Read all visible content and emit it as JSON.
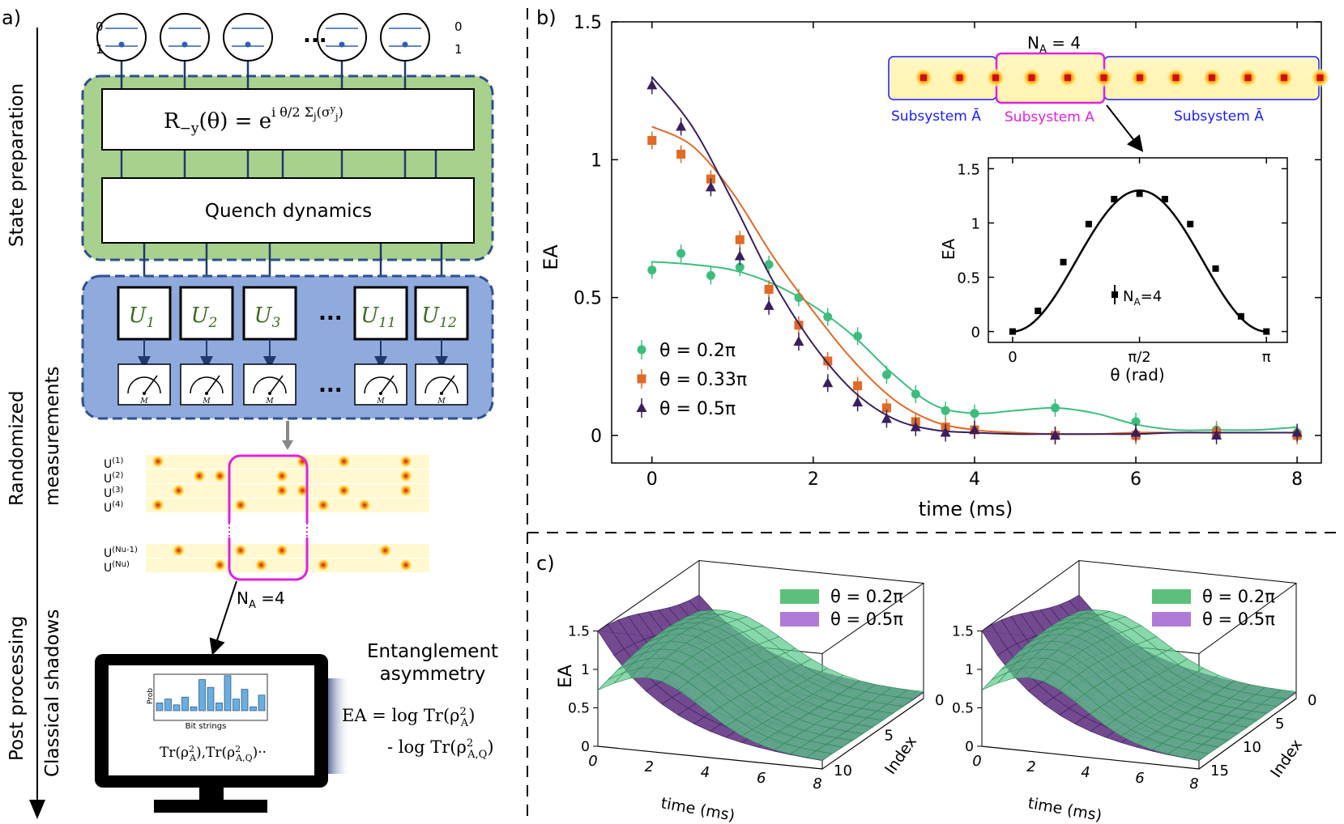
{
  "panel_labels": {
    "a": "a)",
    "b": "b)",
    "c": "c)"
  },
  "panel_a": {
    "stage_labels": [
      "State preparation",
      "Randomized",
      "measurements",
      "Post processing",
      "Classical shadows"
    ],
    "qubit_levels": {
      "top": "0",
      "bottom": "1"
    },
    "ellipsis": "...",
    "rotation_box": "R₋ᵧ(θ) = e^{i θ/2 Σⱼ(σⱼʸ)}",
    "quench_box": "Quench dynamics",
    "unitaries": [
      "U1",
      "U2",
      "U3",
      "U11",
      "U12"
    ],
    "meter_label": "M",
    "snapshot_labels": [
      "U(1)",
      "U(2)",
      "U(3)",
      "U(4)",
      "U(Nu-1)",
      "U(Nu)"
    ],
    "na_label": "NA =4",
    "monitor": {
      "ylabel": "Prob",
      "xlabel": "Bit strings",
      "quantities": "Tr(ρA²),Tr(ρA,Q²)··"
    },
    "ea_title_1": "Entanglement",
    "ea_title_2": "asymmetry",
    "ea_formula_1": "EA = log Tr(ρA²)",
    "ea_formula_2": "- log Tr(ρA,Q²)"
  },
  "chart_data": [
    {
      "type": "scatter",
      "panel": "b",
      "xlabel": "time (ms)",
      "ylabel": "EA",
      "xlim": [
        -0.5,
        8.3
      ],
      "ylim": [
        -0.1,
        1.5
      ],
      "xticks": [
        0,
        2,
        4,
        6,
        8
      ],
      "yticks": [
        0,
        0.5,
        1,
        1.5
      ],
      "ytick_labels": [
        "0",
        "0.5",
        "1",
        "1.5"
      ],
      "legend_position": "bottom-left",
      "series": [
        {
          "name": "θ = 0.2π",
          "color": "#3dbd7d",
          "marker": "circle",
          "x": [
            0,
            0.36,
            0.73,
            1.09,
            1.45,
            1.82,
            2.18,
            2.55,
            2.91,
            3.27,
            3.64,
            4,
            5,
            6,
            7,
            8
          ],
          "y": [
            0.6,
            0.66,
            0.58,
            0.61,
            0.62,
            0.5,
            0.43,
            0.36,
            0.22,
            0.15,
            0.09,
            0.08,
            0.1,
            0.05,
            0.02,
            0.01
          ],
          "fit_x": [
            0,
            0.5,
            1,
            1.5,
            2,
            2.5,
            3,
            3.5,
            4,
            4.5,
            5,
            5.5,
            6,
            6.5,
            7,
            7.5,
            8
          ],
          "fit_y": [
            0.63,
            0.62,
            0.6,
            0.55,
            0.47,
            0.36,
            0.22,
            0.11,
            0.08,
            0.09,
            0.1,
            0.08,
            0.04,
            0.02,
            0.02,
            0.02,
            0.03
          ]
        },
        {
          "name": "θ = 0.33π",
          "color": "#e06a26",
          "marker": "square",
          "x": [
            0,
            0.36,
            0.73,
            1.09,
            1.45,
            1.82,
            2.18,
            2.55,
            2.91,
            3.27,
            3.64,
            4,
            5,
            6,
            7,
            8
          ],
          "y": [
            1.07,
            1.02,
            0.93,
            0.71,
            0.53,
            0.4,
            0.27,
            0.18,
            0.1,
            0.05,
            0.03,
            0.02,
            0.0,
            0.0,
            0.01,
            0.0
          ],
          "fit_x": [
            0,
            0.5,
            1,
            1.5,
            2,
            2.5,
            3,
            3.5,
            4,
            4.5,
            5,
            5.5,
            6,
            6.5,
            7,
            7.5,
            8
          ],
          "fit_y": [
            1.12,
            1.05,
            0.88,
            0.65,
            0.45,
            0.27,
            0.13,
            0.05,
            0.02,
            0.01,
            0.005,
            0.005,
            0.01,
            0.01,
            0.01,
            0.01,
            0.01
          ]
        },
        {
          "name": "θ = 0.5π",
          "color": "#3a1f5e",
          "marker": "triangle",
          "x": [
            0,
            0.36,
            0.73,
            1.09,
            1.45,
            1.82,
            2.18,
            2.55,
            2.91,
            3.27,
            3.64,
            4,
            5,
            6,
            7,
            8
          ],
          "y": [
            1.27,
            1.12,
            0.9,
            0.65,
            0.47,
            0.34,
            0.19,
            0.12,
            0.06,
            0.03,
            0.01,
            0.02,
            0.0,
            0.01,
            0.0,
            0.01
          ],
          "fit_x": [
            0,
            0.5,
            1,
            1.5,
            2,
            2.5,
            3,
            3.5,
            4,
            4.5,
            5,
            5.5,
            6,
            6.5,
            7,
            7.5,
            8
          ],
          "fit_y": [
            1.3,
            1.12,
            0.85,
            0.56,
            0.33,
            0.16,
            0.06,
            0.02,
            0.01,
            0.005,
            0.005,
            0.005,
            0.005,
            0.01,
            0.01,
            0.01,
            0.01
          ]
        }
      ]
    },
    {
      "type": "scatter",
      "panel": "b-inset",
      "xlabel": "θ (rad)",
      "ylabel": "EA",
      "xlim": [
        -0.3,
        3.4
      ],
      "ylim": [
        -0.1,
        1.6
      ],
      "xtick_values": [
        0,
        1.5708,
        3.1416
      ],
      "xtick_labels": [
        "0",
        "π/2",
        "π"
      ],
      "yticks": [
        0,
        0.5,
        1,
        1.5
      ],
      "ytick_labels": [
        "0",
        "0.5",
        "1",
        "1.5"
      ],
      "legend": "NA=4",
      "series": [
        {
          "name": "NA=4",
          "color": "#000000",
          "marker": "square",
          "x": [
            0,
            0.314,
            0.628,
            0.942,
            1.257,
            1.571,
            1.885,
            2.199,
            2.513,
            2.827,
            3.142
          ],
          "y": [
            0.0,
            0.19,
            0.64,
            0.99,
            1.22,
            1.27,
            1.22,
            0.99,
            0.58,
            0.14,
            0.0
          ],
          "fit": "1.3*sin(x)^2"
        }
      ]
    }
  ],
  "inset_strip": {
    "na_label": "NA = 4",
    "left_label": "Subsystem Ā",
    "center_label": "Subsystem A",
    "right_label": "Subsystem Ā"
  },
  "panel_c": {
    "plots": [
      {
        "ylabel": "EA",
        "xlabel": "time (ms)",
        "index_label": "Index",
        "z_ticks": [
          "1.5",
          "1",
          "0.5",
          "0"
        ],
        "x_ticks": [
          "0",
          "2",
          "4",
          "6",
          "8"
        ],
        "index_ticks": [
          "0",
          "5",
          "10"
        ],
        "legend": [
          "θ = 0.2π",
          "θ = 0.5π"
        ]
      },
      {
        "ylabel": "",
        "xlabel": "time (ms)",
        "index_label": "Index",
        "z_ticks": [
          "1.5",
          "1",
          "0.5",
          "0"
        ],
        "x_ticks": [
          "0",
          "2",
          "4",
          "6",
          "8"
        ],
        "index_ticks": [
          "0",
          "5",
          "10",
          "15"
        ],
        "legend": [
          "θ = 0.2π",
          "θ = 0.5π"
        ]
      }
    ],
    "colors": {
      "green": "#4fbf7a",
      "purple": "#6b3f8a",
      "green_legend": "#5cbf7a",
      "purple_legend": "#b07ad8"
    }
  },
  "colors": {
    "green_box": "#a9d18e",
    "blue_box": "#8faadc",
    "dashed_border": "#2f4f8f",
    "magenta": "#e020e0",
    "blue_text": "#1a1aff"
  }
}
